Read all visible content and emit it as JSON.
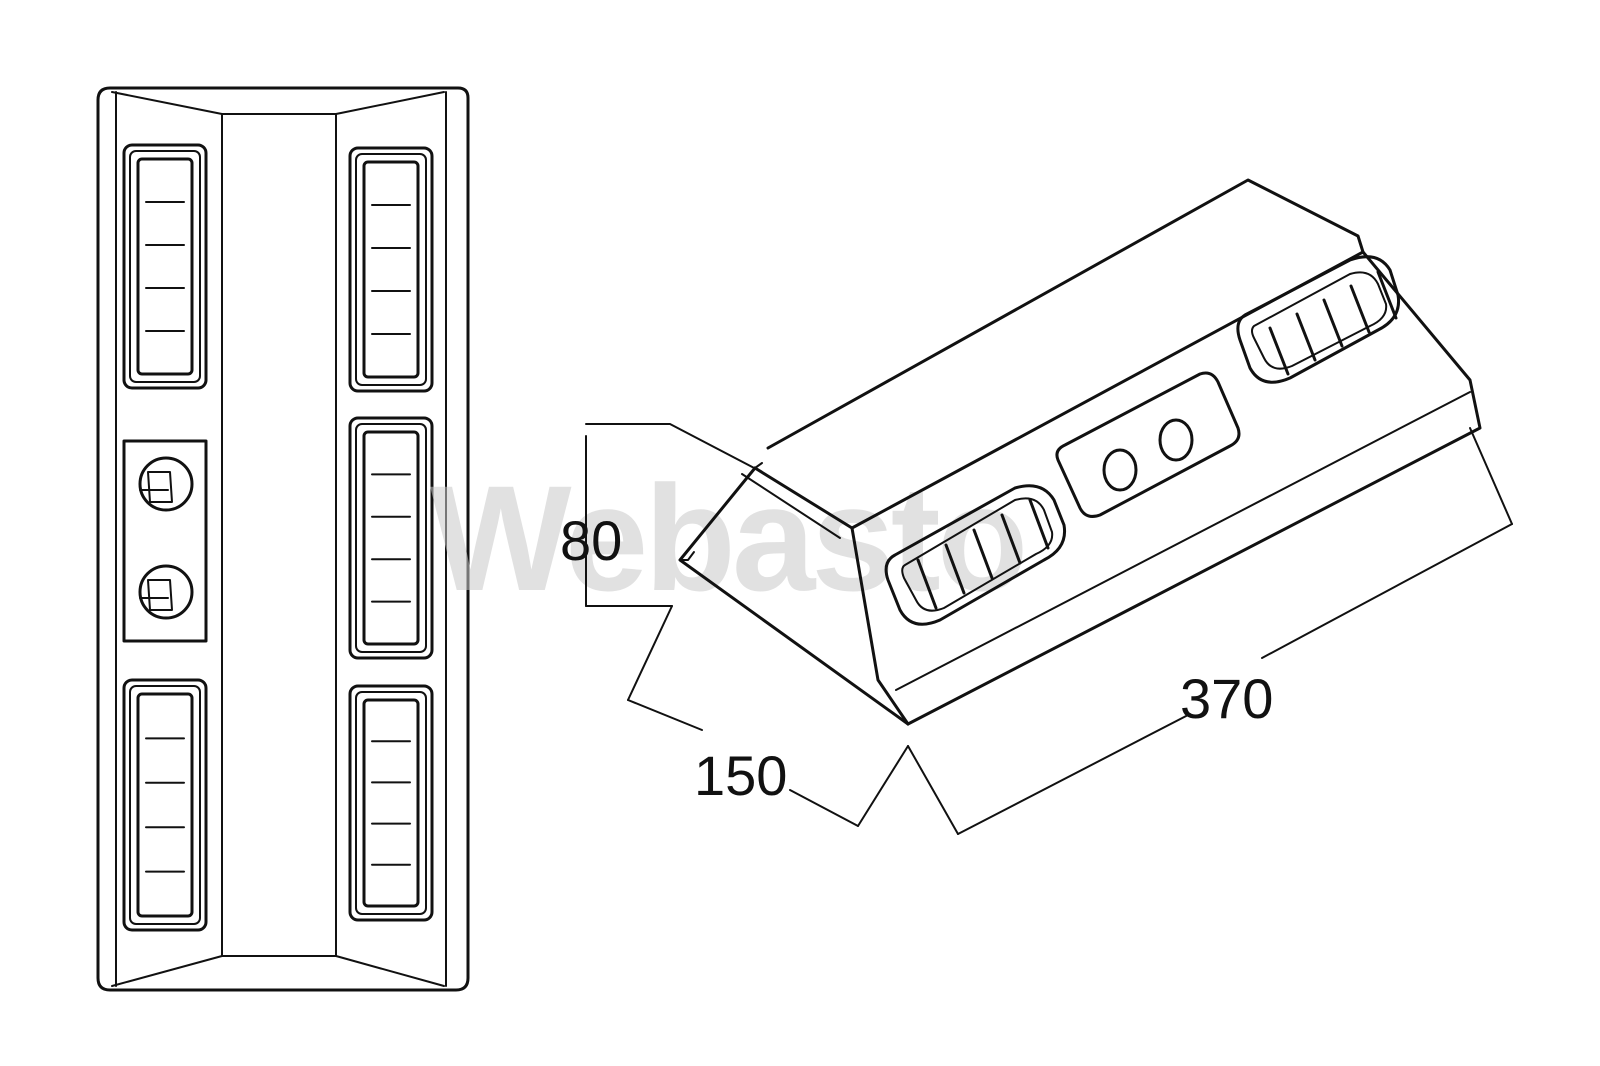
{
  "watermark": {
    "brand_text": "Webasto",
    "color": "#c9c9c9"
  },
  "dimensions": {
    "height_label": "80",
    "depth_label": "150",
    "length_label": "370"
  },
  "front_view": {
    "left_column_vent_count": 2,
    "right_column_vent_count": 3,
    "control_knob_count": 2
  },
  "iso_view": {
    "vent_count": 2,
    "knob_count": 2
  },
  "colors": {
    "line": "#111111",
    "background": "#ffffff"
  }
}
